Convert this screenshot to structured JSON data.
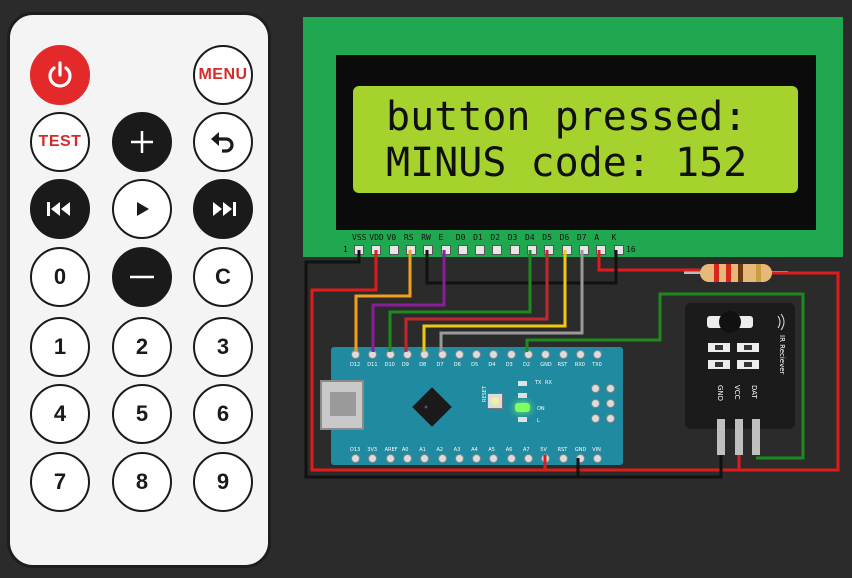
{
  "remote": {
    "menu_label": "MENU",
    "test_label": "TEST",
    "digits": [
      "0",
      "1",
      "2",
      "3",
      "4",
      "5",
      "6",
      "7",
      "8",
      "9"
    ],
    "c_label": "C"
  },
  "lcd": {
    "line1": "button pressed:",
    "line2": "MINUS code: 152",
    "pins": [
      "VSS",
      "VDD",
      "V0",
      "RS",
      "RW",
      "E",
      "D0",
      "D1",
      "D2",
      "D3",
      "D4",
      "D5",
      "D6",
      "D7",
      "A",
      "K"
    ],
    "pin_first": "1",
    "pin_last": "16"
  },
  "arduino": {
    "top_pins": [
      "D12",
      "D11",
      "D10",
      "D9",
      "D8",
      "D7",
      "D6",
      "D5",
      "D4",
      "D3",
      "D2",
      "GND",
      "RST",
      "RX0",
      "TX0"
    ],
    "bottom_pins": [
      "D13",
      "3V3",
      "AREF",
      "A0",
      "A1",
      "A2",
      "A3",
      "A4",
      "A5",
      "A6",
      "A7",
      "5V",
      "RST",
      "GND",
      "VIN"
    ],
    "reset_label": "RESET",
    "led_labels": [
      "TX",
      "RX",
      "ON",
      "L"
    ]
  },
  "ir_receiver": {
    "title": "IR Reciever",
    "pins": [
      "GND",
      "VCC",
      "DAT"
    ]
  },
  "colors": {
    "background": "#2b2b2b",
    "lcd_board": "#1fa84f",
    "lcd_screen": "#a5d22d",
    "nano": "#1f8aa0",
    "power_button": "#e32929",
    "wire_red": "#e01b1b",
    "wire_black": "#111111",
    "wire_green": "#1e8a1e",
    "wire_orange": "#f0a020",
    "wire_purple": "#8a1e9a",
    "wire_yellow": "#f0c814",
    "wire_gray": "#9a9a9a"
  }
}
